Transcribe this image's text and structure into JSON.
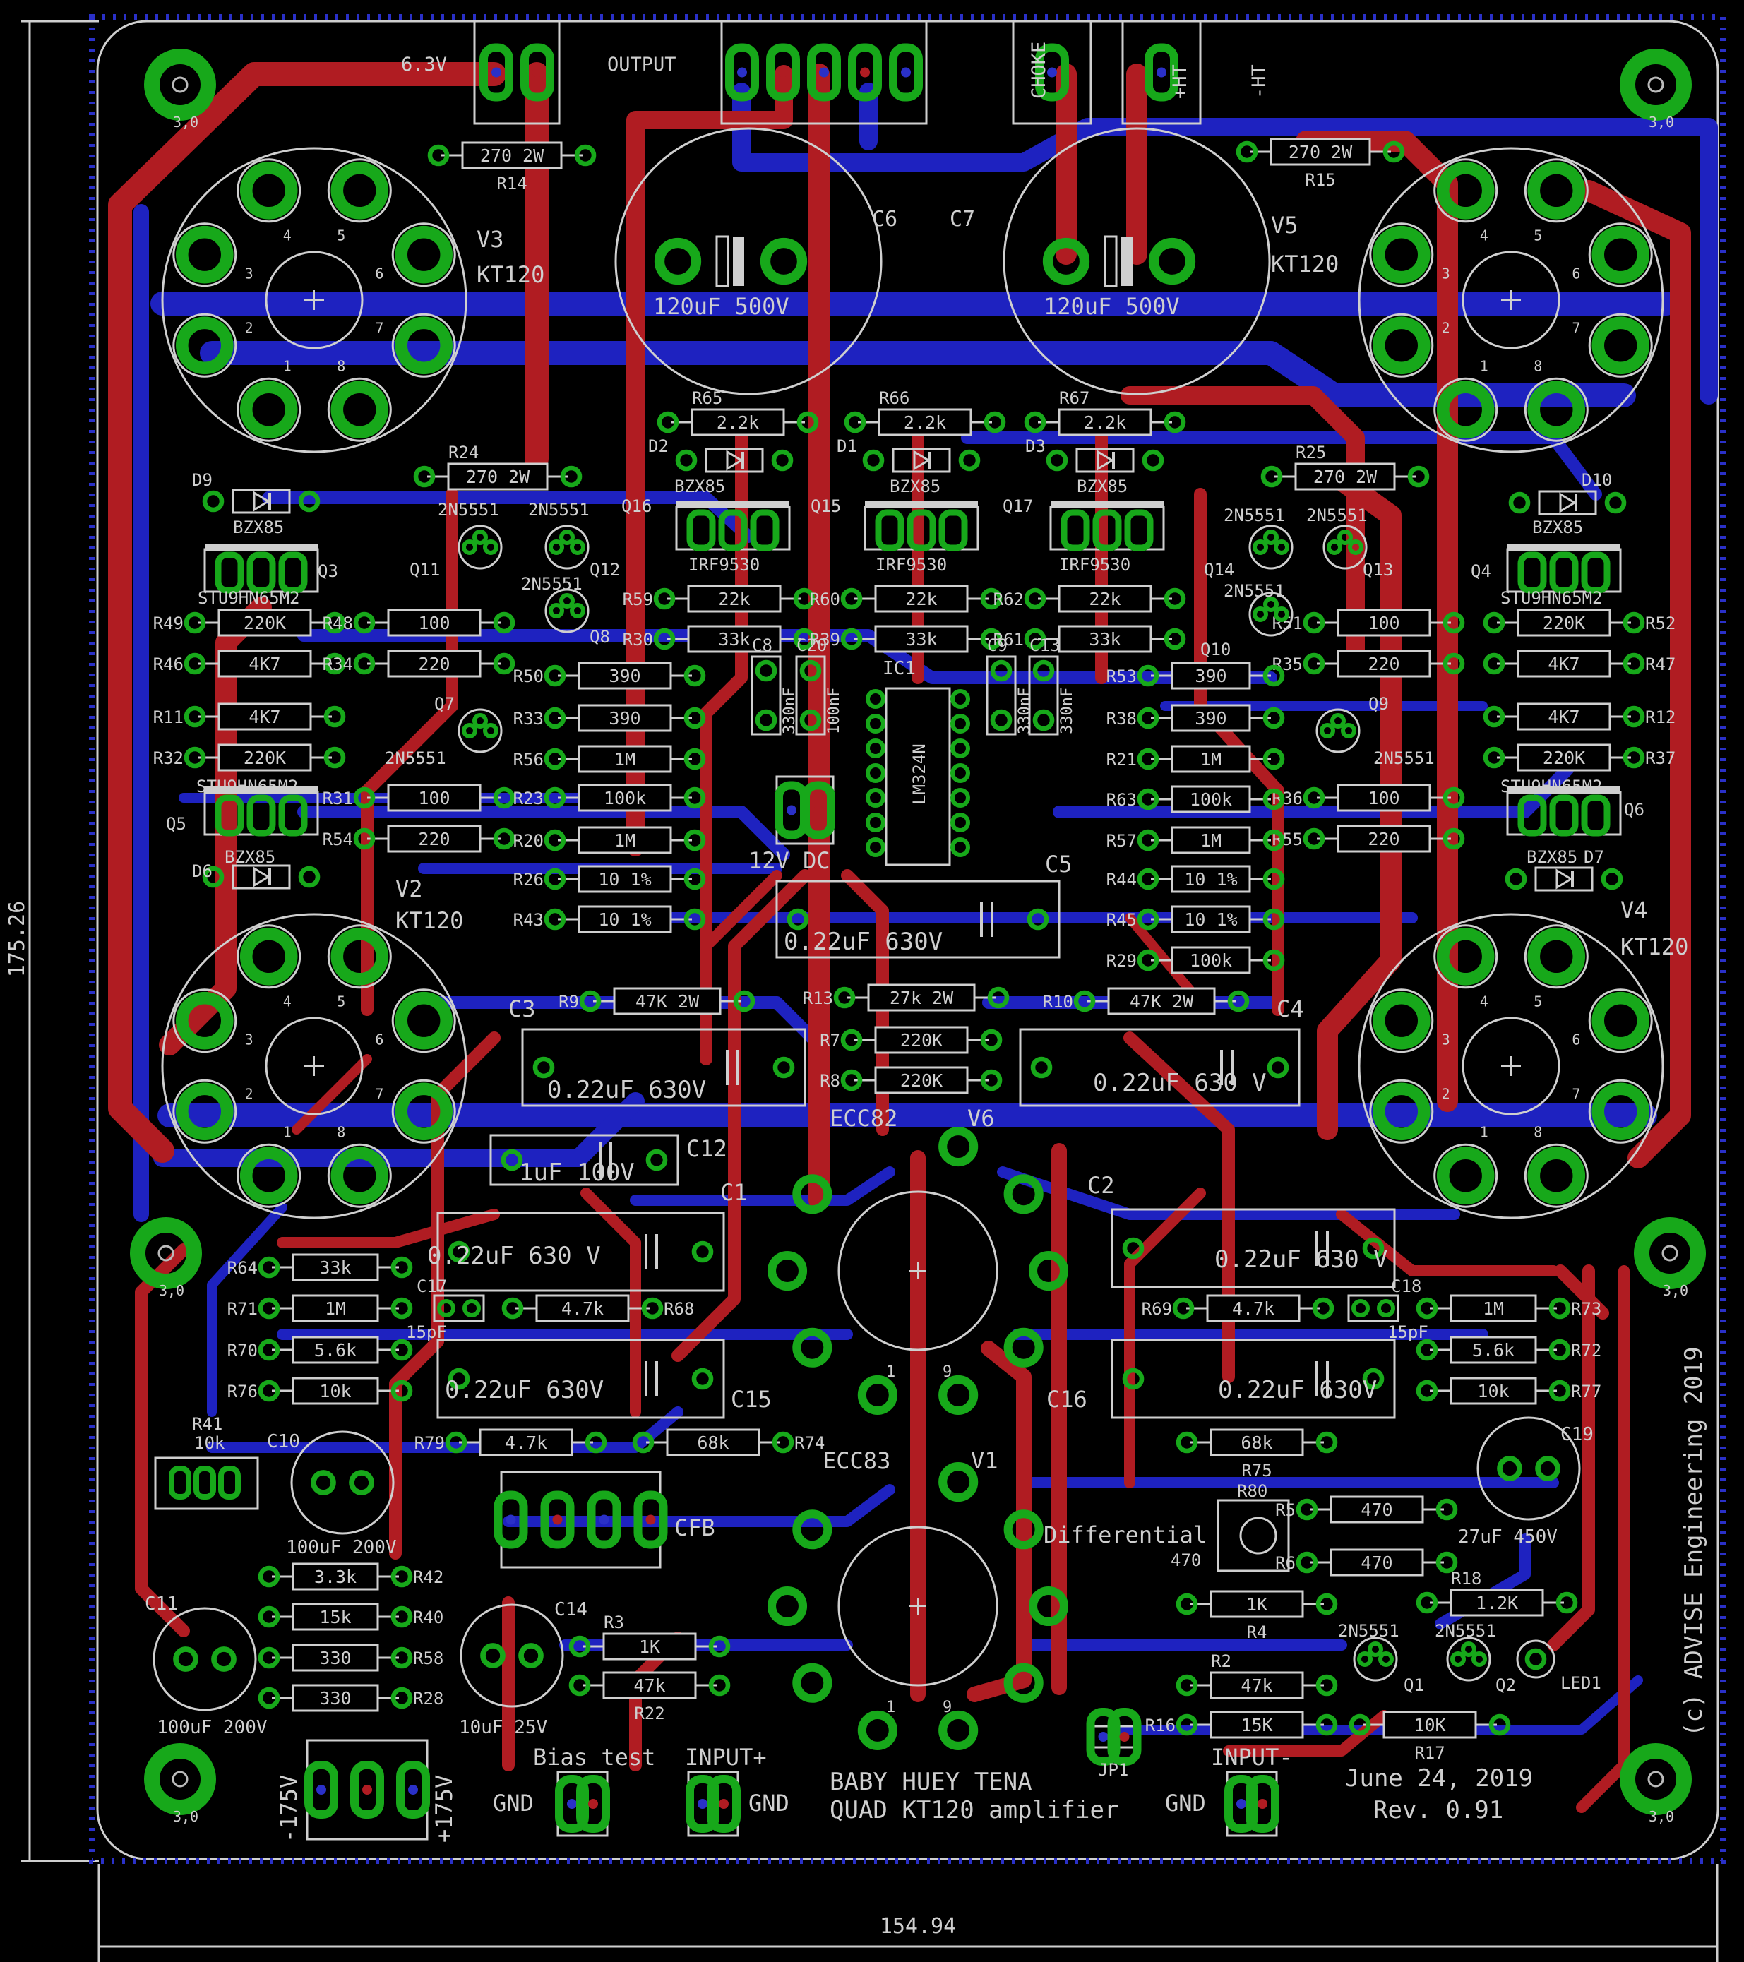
{
  "colors": {
    "background": "#000000",
    "top_copper": "#b01c22",
    "bottom_copper": "#1e22c0",
    "pad": "#17a81a",
    "silk": "#cfcfcf",
    "via_ring": "#6a7a3a",
    "dim_line": "#cfcfcf"
  },
  "dimensions": {
    "height": "175.26",
    "width": "154.94"
  },
  "board_text": {
    "title1": "BABY HUEY TENA",
    "title2": "QUAD KT120 amplifier",
    "date": "June 24, 2019",
    "rev": "Rev. 0.91",
    "copyright": "(c) ADVISE Engineering 2019",
    "bias": "Bias test",
    "differential": "Differential"
  },
  "connectors": [
    {
      "label": "6.3V"
    },
    {
      "label": "OUTPUT"
    },
    {
      "label": "CHOKE"
    },
    {
      "label": "+HT"
    },
    {
      "label": "-HT"
    },
    {
      "label": "12V DC"
    },
    {
      "label": "CFB"
    },
    {
      "label": "-175V"
    },
    {
      "label": "+175V"
    },
    {
      "label": "GND"
    },
    {
      "label": "INPUT+"
    },
    {
      "label": "GND"
    },
    {
      "label": "INPUT-"
    },
    {
      "label": "GND"
    },
    {
      "label": "JP1"
    }
  ],
  "tubes": [
    {
      "ref": "V3",
      "value": "KT120"
    },
    {
      "ref": "V5",
      "value": "KT120"
    },
    {
      "ref": "V2",
      "value": "KT120"
    },
    {
      "ref": "V4",
      "value": "KT120"
    },
    {
      "ref": "V6",
      "value": "ECC82"
    },
    {
      "ref": "V1",
      "value": "ECC83"
    }
  ],
  "pin_numbers": [
    "1",
    "2",
    "3",
    "4",
    "5",
    "6",
    "7",
    "8",
    "9"
  ],
  "mount_label": "3,0",
  "big_caps": [
    {
      "ref": "C6",
      "value": "120uF 500V"
    },
    {
      "ref": "C7",
      "value": "120uF 500V"
    }
  ],
  "resistors": [
    {
      "ref": "R14",
      "value": "270 2W"
    },
    {
      "ref": "R15",
      "value": "270 2W"
    },
    {
      "ref": "R24",
      "value": "270 2W"
    },
    {
      "ref": "R25",
      "value": "270 2W"
    },
    {
      "ref": "R65",
      "value": "2.2k"
    },
    {
      "ref": "R66",
      "value": "2.2k"
    },
    {
      "ref": "R67",
      "value": "2.2k"
    },
    {
      "ref": "R59",
      "value": "22k"
    },
    {
      "ref": "R60",
      "value": "22k"
    },
    {
      "ref": "R62",
      "value": "22k"
    },
    {
      "ref": "R30",
      "value": "33k"
    },
    {
      "ref": "R39",
      "value": "33k"
    },
    {
      "ref": "R61",
      "value": "33k"
    },
    {
      "ref": "R49",
      "value": "220K"
    },
    {
      "ref": "R52",
      "value": "220K"
    },
    {
      "ref": "R46",
      "value": "4K7"
    },
    {
      "ref": "R47",
      "value": "4K7"
    },
    {
      "ref": "R11",
      "value": "4K7"
    },
    {
      "ref": "R12",
      "value": "4K7"
    },
    {
      "ref": "R32",
      "value": "220K"
    },
    {
      "ref": "R37",
      "value": "220K"
    },
    {
      "ref": "R48",
      "value": "100"
    },
    {
      "ref": "R51",
      "value": "100"
    },
    {
      "ref": "R34",
      "value": "220"
    },
    {
      "ref": "R35",
      "value": "220"
    },
    {
      "ref": "R31",
      "value": "100"
    },
    {
      "ref": "R36",
      "value": "100"
    },
    {
      "ref": "R54",
      "value": "220"
    },
    {
      "ref": "R55",
      "value": "220"
    },
    {
      "ref": "R50",
      "value": "390"
    },
    {
      "ref": "R33",
      "value": "390"
    },
    {
      "ref": "R53",
      "value": "390"
    },
    {
      "ref": "R38",
      "value": "390"
    },
    {
      "ref": "R56",
      "value": "1M"
    },
    {
      "ref": "R21",
      "value": "1M"
    },
    {
      "ref": "R23",
      "value": "100k"
    },
    {
      "ref": "R63",
      "value": "100k"
    },
    {
      "ref": "R20",
      "value": "1M"
    },
    {
      "ref": "R57",
      "value": "1M"
    },
    {
      "ref": "R26",
      "value": "10 1%"
    },
    {
      "ref": "R43",
      "value": "10 1%"
    },
    {
      "ref": "R44",
      "value": "10 1%"
    },
    {
      "ref": "R45",
      "value": "10 1%"
    },
    {
      "ref": "R29",
      "value": "100k"
    },
    {
      "ref": "R9",
      "value": "47K 2W"
    },
    {
      "ref": "R13",
      "value": "27k 2W"
    },
    {
      "ref": "R10",
      "value": "47K 2W"
    },
    {
      "ref": "R7",
      "value": "220K"
    },
    {
      "ref": "R8",
      "value": "220K"
    },
    {
      "ref": "R64",
      "value": "33k"
    },
    {
      "ref": "R71",
      "value": "1M"
    },
    {
      "ref": "R70",
      "value": "5.6k"
    },
    {
      "ref": "R76",
      "value": "10k"
    },
    {
      "ref": "R68",
      "value": "4.7k"
    },
    {
      "ref": "R69",
      "value": "4.7k"
    },
    {
      "ref": "R73",
      "value": "1M"
    },
    {
      "ref": "R72",
      "value": "5.6k"
    },
    {
      "ref": "R77",
      "value": "10k"
    },
    {
      "ref": "R79",
      "value": "4.7k"
    },
    {
      "ref": "R74",
      "value": "68k"
    },
    {
      "ref": "R75",
      "value": "68k"
    },
    {
      "ref": "R41",
      "value": "10k"
    },
    {
      "ref": "R42",
      "value": "3.3k"
    },
    {
      "ref": "R40",
      "value": "15k"
    },
    {
      "ref": "R58",
      "value": "330"
    },
    {
      "ref": "R28",
      "value": "330"
    },
    {
      "ref": "R3",
      "value": "1K"
    },
    {
      "ref": "R22",
      "value": "47k"
    },
    {
      "ref": "R5",
      "value": "470"
    },
    {
      "ref": "R6",
      "value": "470"
    },
    {
      "ref": "R80",
      "value": "470"
    },
    {
      "ref": "R4",
      "value": "1K"
    },
    {
      "ref": "R18",
      "value": "1.2K"
    },
    {
      "ref": "R2",
      "value": "47k"
    },
    {
      "ref": "R16",
      "value": "15K"
    },
    {
      "ref": "R17",
      "value": "10K"
    }
  ],
  "caps": [
    {
      "ref": "C8",
      "value": "330nF"
    },
    {
      "ref": "C20",
      "value": "100nF"
    },
    {
      "ref": "C9",
      "value": "330nF"
    },
    {
      "ref": "C13",
      "value": "330nF"
    },
    {
      "ref": "C5",
      "value": "0.22uF 630V"
    },
    {
      "ref": "C3",
      "value": "0.22uF 630V"
    },
    {
      "ref": "C4",
      "value": "0.22uF 630 V"
    },
    {
      "ref": "C12",
      "value": "1uF 100V"
    },
    {
      "ref": "C1",
      "value": "0.22uF 630 V"
    },
    {
      "ref": "C2",
      "value": "0.22uF 630 V"
    },
    {
      "ref": "C17",
      "value": "15pF"
    },
    {
      "ref": "C18",
      "value": "15pF"
    },
    {
      "ref": "C15",
      "value": "0.22uF 630V"
    },
    {
      "ref": "C16",
      "value": "0.22uF 630V"
    },
    {
      "ref": "C10",
      "value": "100uF 200V"
    },
    {
      "ref": "C11",
      "value": "100uF 200V"
    },
    {
      "ref": "C14",
      "value": "10uF 25V"
    },
    {
      "ref": "C19",
      "value": "27uF 450V"
    }
  ],
  "semis": [
    {
      "ref": "D2",
      "value": "BZX85"
    },
    {
      "ref": "D1",
      "value": "BZX85"
    },
    {
      "ref": "D3",
      "value": "BZX85"
    },
    {
      "ref": "D9",
      "value": "BZX85"
    },
    {
      "ref": "D10",
      "value": "BZX85"
    },
    {
      "ref": "D6",
      "value": "BZX85"
    },
    {
      "ref": "D7",
      "value": "BZX85"
    },
    {
      "ref": "Q16",
      "value": "IRF9530"
    },
    {
      "ref": "Q15",
      "value": "IRF9530"
    },
    {
      "ref": "Q17",
      "value": "IRF9530"
    },
    {
      "ref": "Q3",
      "value": "STU9HN65M2"
    },
    {
      "ref": "Q4",
      "value": "STU9HN65M2"
    },
    {
      "ref": "Q5",
      "value": "STU9HN65M2"
    },
    {
      "ref": "Q6",
      "value": "STU9HN65M2"
    },
    {
      "ref": "Q11",
      "value": "2N5551"
    },
    {
      "ref": "Q12",
      "value": "2N5551"
    },
    {
      "ref": "Q8",
      "value": "2N5551"
    },
    {
      "ref": "Q14",
      "value": "2N5551"
    },
    {
      "ref": "Q13",
      "value": "2N5551"
    },
    {
      "ref": "Q10",
      "value": "2N5551"
    },
    {
      "ref": "Q7",
      "value": "2N5551"
    },
    {
      "ref": "Q9",
      "value": "2N5551"
    },
    {
      "ref": "Q1",
      "value": "2N5551"
    },
    {
      "ref": "Q2",
      "value": "2N5551"
    },
    {
      "ref": "IC1",
      "value": "LM324N"
    },
    {
      "ref": "LED1",
      "value": ""
    }
  ]
}
